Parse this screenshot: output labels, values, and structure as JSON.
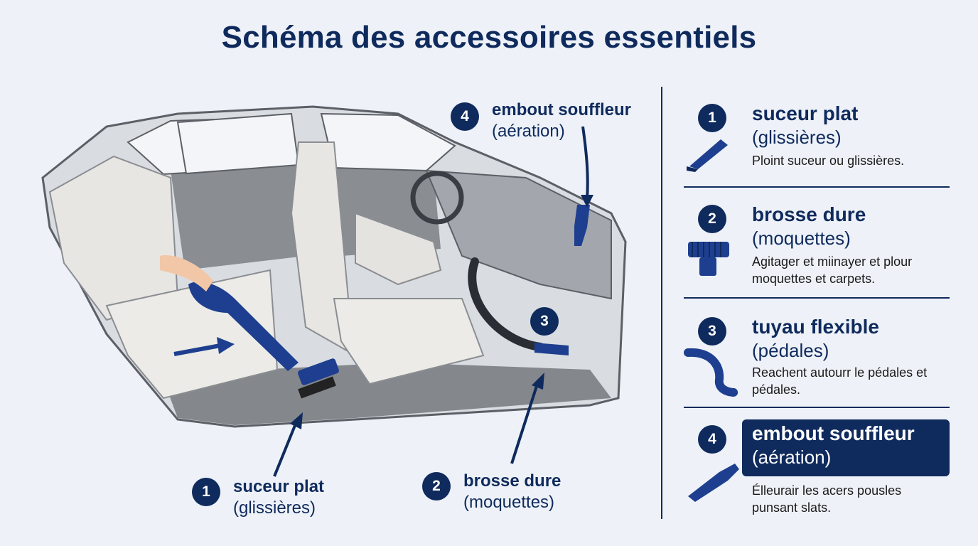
{
  "title": "Schéma des accessoires essentiels",
  "colors": {
    "accent": "#0f2a5c",
    "tool_blue": "#1e3f8f",
    "background": "#eef2f8"
  },
  "diagram_callouts": [
    {
      "number": "1",
      "name": "suceur plat",
      "sub": "(glissières)"
    },
    {
      "number": "2",
      "name": "brosse dure",
      "sub": "(moquettes)"
    },
    {
      "number": "3"
    },
    {
      "number": "4",
      "name": "embout souffleur",
      "sub": "(aération)"
    }
  ],
  "legend": [
    {
      "number": "1",
      "name": "suceur plat",
      "sub": "(glissières)",
      "description": "Ploint suceur ou glissières.",
      "icon": "crevice-nozzle-icon"
    },
    {
      "number": "2",
      "name": "brosse dure",
      "sub": "(moquettes)",
      "description": "Agitager et miinayer et plour moquettes et carpets.",
      "icon": "stiff-brush-icon"
    },
    {
      "number": "3",
      "name": "tuyau flexible",
      "sub": "(pédales)",
      "description": "Reachent autourr le pédales et pédales.",
      "icon": "flexible-hose-icon"
    },
    {
      "number": "4",
      "name": "embout souffleur",
      "sub": "(aération)",
      "description": "Élleurair les acers pousles punsant slats.",
      "icon": "blower-nozzle-icon",
      "highlighted": true
    }
  ]
}
